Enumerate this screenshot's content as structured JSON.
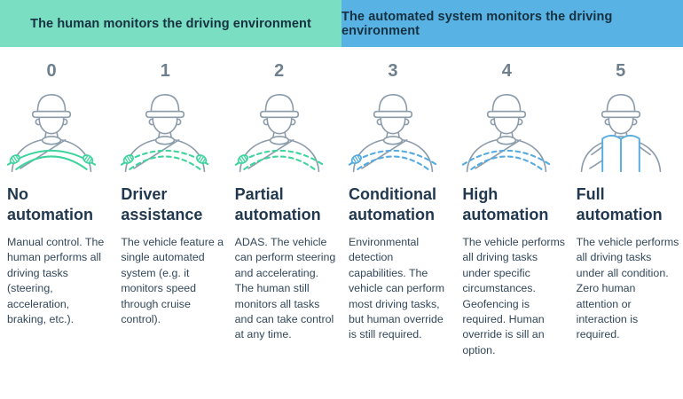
{
  "header": {
    "left": {
      "label": "The human monitors the driving environment",
      "bg": "#7adec2"
    },
    "right": {
      "label": "The automated system monitors the driving environment",
      "bg": "#59b2e4"
    }
  },
  "colors": {
    "outline": "#8c9cab",
    "green": "#3ed49e",
    "blue": "#55abe0",
    "number": "#6e7f8d",
    "title": "#21384f",
    "body": "#32475a"
  },
  "levels": [
    {
      "number": "0",
      "title": "No automation",
      "description": "Manual control. The  human performs all driving tasks (steering, acceleration, braking, etc.).",
      "icon": {
        "style": "wheel",
        "stroke": "solid",
        "color": "green",
        "hands": "both"
      }
    },
    {
      "number": "1",
      "title": "Driver assistance",
      "description": "The vehicle feature a single automated system (e.g. it monitors speed through cruise control).",
      "icon": {
        "style": "wheel",
        "stroke": "dashed",
        "color": "green",
        "hands": "both"
      }
    },
    {
      "number": "2",
      "title": "Partial automation",
      "description": "ADAS. The vehicle can perform steering and accelerating. The human still monitors all tasks and can take control at any time.",
      "icon": {
        "style": "wheel",
        "stroke": "dashed",
        "color": "green",
        "hands": "left"
      }
    },
    {
      "number": "3",
      "title": "Conditional automation",
      "description": "Environmental detection capabilities. The vehicle can perform most driving tasks, but human override is still required.",
      "icon": {
        "style": "wheel",
        "stroke": "dashed",
        "color": "blue",
        "hands": "left"
      }
    },
    {
      "number": "4",
      "title": "High automation",
      "description": "The vehicle performs all driving tasks under specific circumstances. Geofencing is required. Human override is sill an option.",
      "icon": {
        "style": "wheel",
        "stroke": "dashed",
        "color": "blue",
        "hands": "none"
      }
    },
    {
      "number": "5",
      "title": "Full automation",
      "description": "The vehicle performs all driving tasks under all condition. Zero human attention or interaction is required.",
      "icon": {
        "style": "book",
        "color": "blue"
      }
    }
  ]
}
